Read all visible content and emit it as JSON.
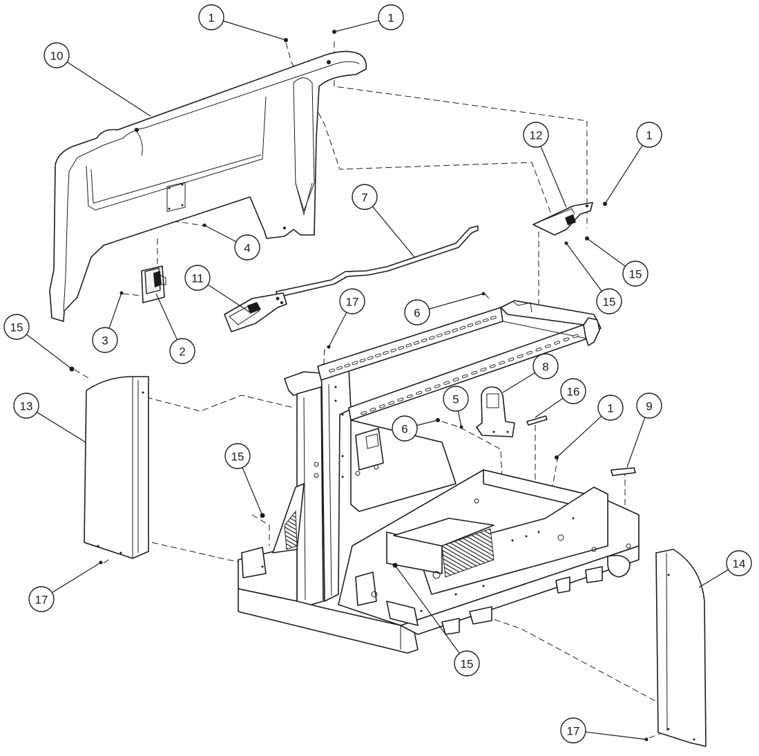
{
  "callouts": [
    {
      "label": "1"
    },
    {
      "label": "1"
    },
    {
      "label": "10"
    },
    {
      "label": "12"
    },
    {
      "label": "1"
    },
    {
      "label": "7"
    },
    {
      "label": "4"
    },
    {
      "label": "15"
    },
    {
      "label": "11"
    },
    {
      "label": "15"
    },
    {
      "label": "17"
    },
    {
      "label": "6"
    },
    {
      "label": "3"
    },
    {
      "label": "2"
    },
    {
      "label": "15"
    },
    {
      "label": "13"
    },
    {
      "label": "8"
    },
    {
      "label": "16"
    },
    {
      "label": "5"
    },
    {
      "label": "6"
    },
    {
      "label": "1"
    },
    {
      "label": "9"
    },
    {
      "label": "15"
    },
    {
      "label": "14"
    },
    {
      "label": "17"
    },
    {
      "label": "15"
    },
    {
      "label": "17"
    }
  ],
  "colors": {
    "line": "#1a1a1a",
    "background": "#ffffff"
  }
}
